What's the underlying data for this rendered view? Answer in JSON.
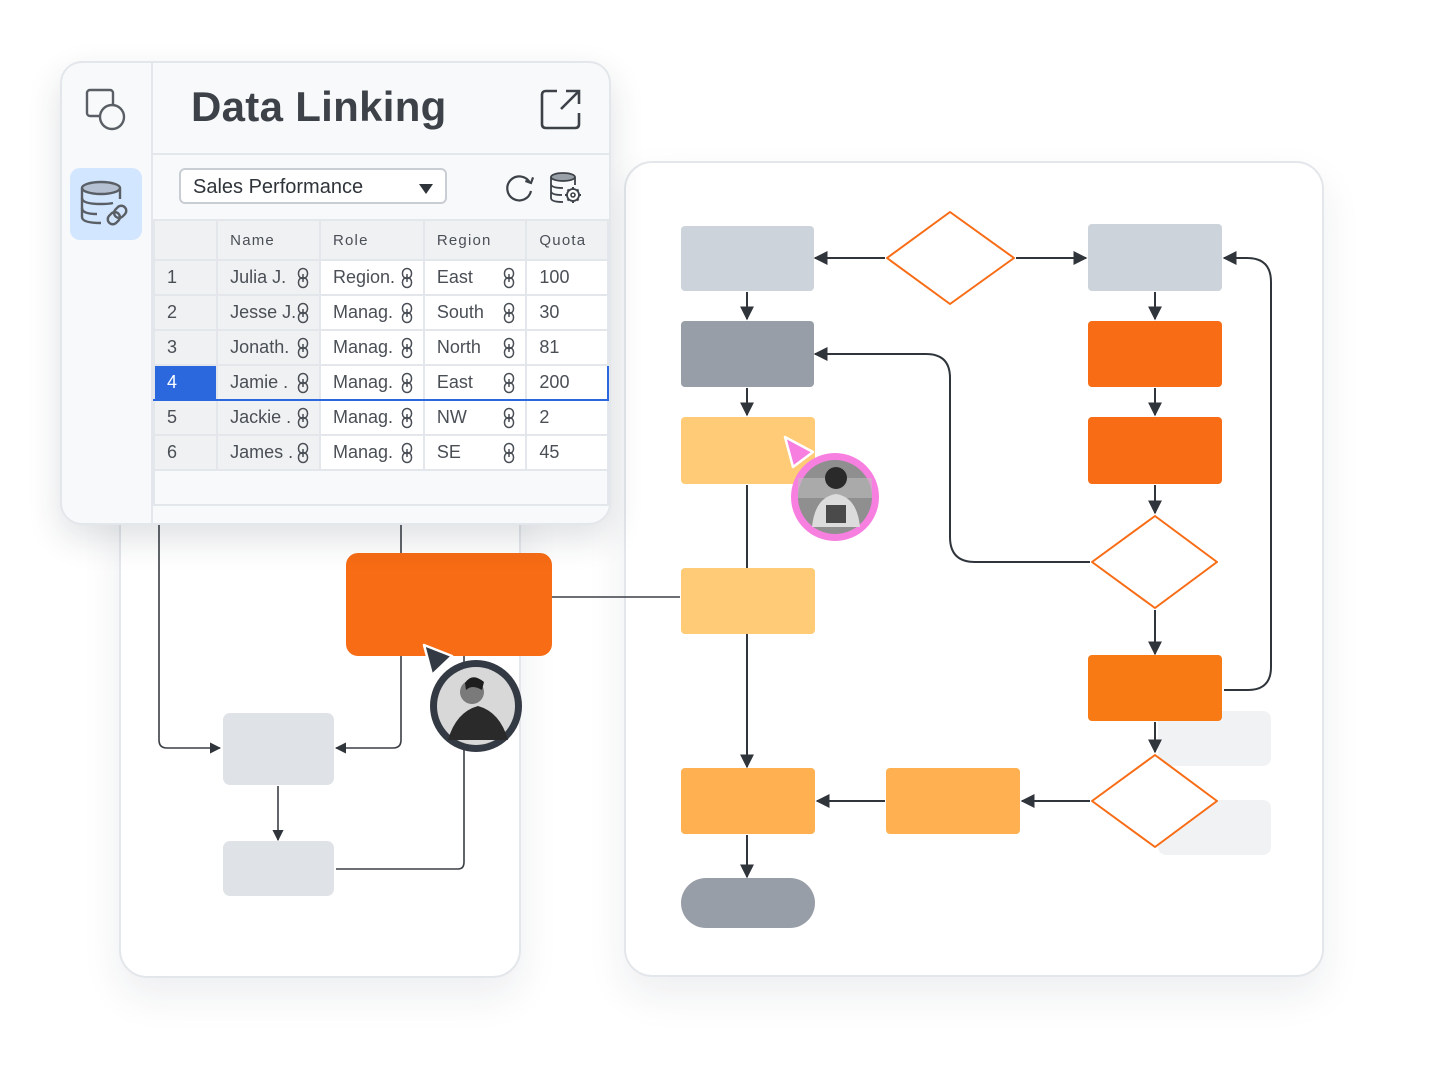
{
  "panel": {
    "title": "Data Linking",
    "rail": [
      {
        "icon": "shapes-icon",
        "active": false
      },
      {
        "icon": "database-link-icon",
        "active": true
      }
    ],
    "header_action_icon": "external-link-icon",
    "data_source": {
      "selected": "Sales Performance",
      "caret_icon": "caret-down-icon"
    },
    "toolbar_icons": [
      "refresh-icon",
      "database-settings-icon"
    ],
    "table": {
      "columns": [
        "",
        "Name",
        "Role",
        "Region",
        "Quota"
      ],
      "rows": [
        {
          "num": "1",
          "name": "Julia J.",
          "role": "Region.",
          "region": "East",
          "quota": "100"
        },
        {
          "num": "2",
          "name": "Jesse J.",
          "role": "Manag.",
          "region": "South",
          "quota": "30"
        },
        {
          "num": "3",
          "name": "Jonath.",
          "role": "Manag.",
          "region": "North",
          "quota": "81"
        },
        {
          "num": "4",
          "name": "Jamie .",
          "role": "Manag.",
          "region": "East",
          "quota": "200"
        },
        {
          "num": "5",
          "name": "Jackie .",
          "role": "Manag.",
          "region": "NW",
          "quota": "2"
        },
        {
          "num": "6",
          "name": "James .",
          "role": "Manag.",
          "region": "SE",
          "quota": "45"
        }
      ],
      "selected_row": "4",
      "link_icon": "link-icon"
    }
  },
  "colors": {
    "orange": "#f76c15",
    "orange_mid": "#ffb050",
    "orange_light": "#ffcb76",
    "gray_light": "#cdd3db",
    "gray_dark": "#989ea7",
    "gray_pale": "#dfe2e6",
    "selection_blue": "#2b67dd",
    "collaborator_pink": "#f77fe0",
    "collaborator_dark": "#343a44"
  },
  "collaborators": [
    {
      "name": "collaborator-pink",
      "cursor_color": "#f77fe0"
    },
    {
      "name": "collaborator-dark",
      "cursor_color": "#343a44"
    }
  ]
}
